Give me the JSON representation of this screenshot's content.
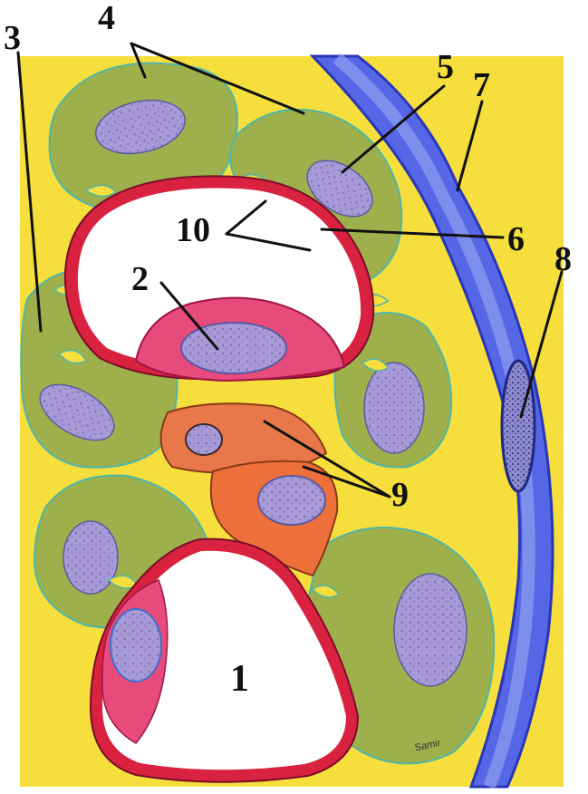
{
  "figure": {
    "labels": {
      "l1": "1",
      "l2": "2",
      "l3": "3",
      "l4": "4",
      "l5": "5",
      "l6": "6",
      "l7": "7",
      "l8": "8",
      "l9": "9",
      "l10": "10"
    },
    "signature": "Samir"
  },
  "colors": {
    "background": "#f6df3c",
    "cell_green": "#9db04c",
    "cell_outline": "#4fb6a8",
    "nucleus": "#a79ad6",
    "vessel_wall_red": "#d8223f",
    "lumen": "#ffffff",
    "endothelial_pink": "#e64b7b",
    "pericyte_orange": "#e8784a",
    "capsule_blue": "#5566e6"
  }
}
